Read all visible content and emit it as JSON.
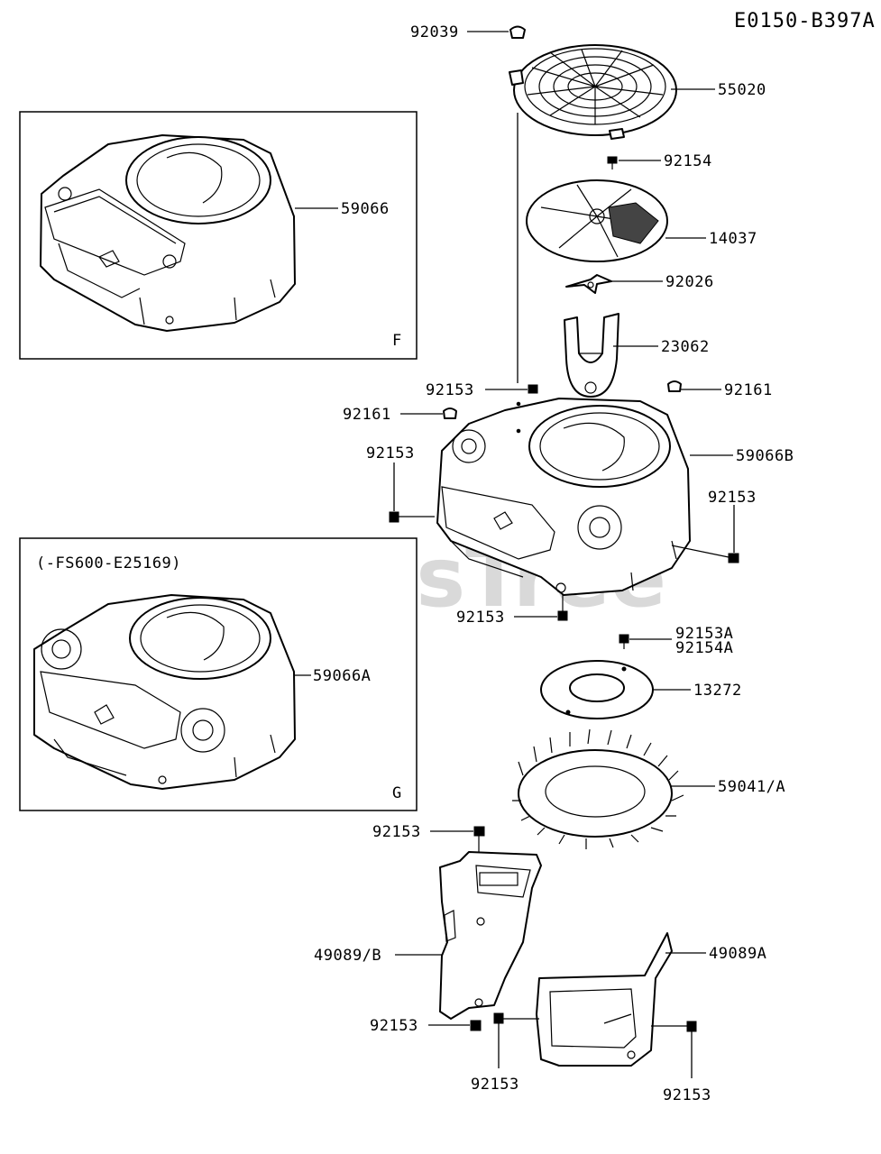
{
  "diagram_code": "E0150-B397A",
  "watermark": "PartsTree",
  "watermark_tm": "™",
  "inset_f": {
    "letter": "F",
    "part_label": "59066"
  },
  "inset_g": {
    "serial_note": "(-FS600-E25169)",
    "letter": "G",
    "part_label": "59066A"
  },
  "callouts": {
    "c92039": "92039",
    "c55020": "55020",
    "c92154": "92154",
    "c14037": "14037",
    "c92026": "92026",
    "c23062": "23062",
    "c92153_top": "92153",
    "c92161_right": "92161",
    "c92161_left": "92161",
    "c92153_left": "92153",
    "c59066B": "59066B",
    "c92153_right": "92153",
    "c92153_bottom": "92153",
    "c92153A": "92153A",
    "c92154A": "92154A",
    "c13272": "13272",
    "c59041A": "59041/A",
    "c92153_shield": "92153",
    "c49089B": "49089/B",
    "c49089A": "49089A",
    "c92153_lowleft": "92153",
    "c92153_lowmid": "92153",
    "c92153_lowright": "92153"
  }
}
